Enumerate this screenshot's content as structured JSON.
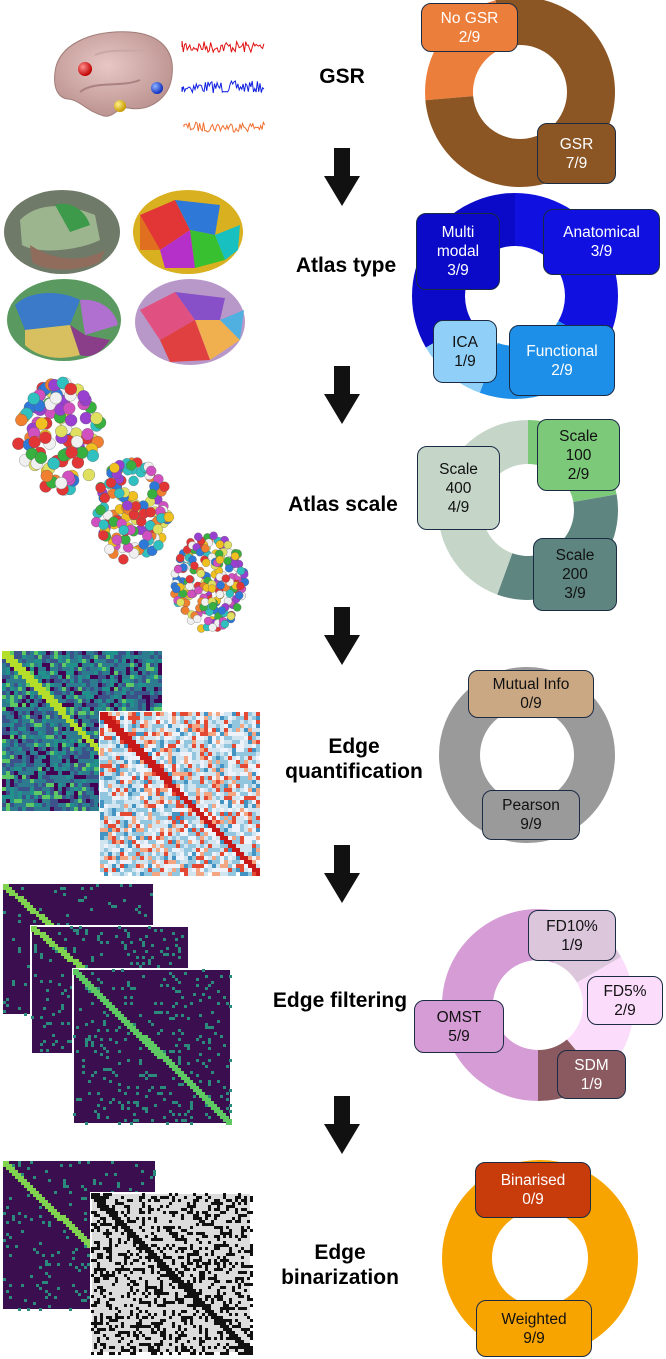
{
  "steps": [
    {
      "label": "GSR",
      "slices": [
        {
          "name": "No GSR",
          "value": "2/9",
          "color": "#ec7e3c"
        },
        {
          "name": "GSR",
          "value": "7/9",
          "color": "#8b5524"
        }
      ]
    },
    {
      "label": "Atlas type",
      "slices": [
        {
          "name": "Anatomical",
          "value": "3/9",
          "color": "#1010e0"
        },
        {
          "name": "Functional",
          "value": "2/9",
          "color": "#1e8fe8"
        },
        {
          "name": "ICA",
          "value": "1/9",
          "color": "#90d0f8"
        },
        {
          "name": "Multi modal",
          "value": "3/9",
          "color": "#0a0ac8"
        }
      ]
    },
    {
      "label": "Atlas scale",
      "slices": [
        {
          "name": "Scale 100",
          "value": "2/9",
          "color": "#7cc97a"
        },
        {
          "name": "Scale 200",
          "value": "3/9",
          "color": "#5e8580"
        },
        {
          "name": "Scale 400",
          "value": "4/9",
          "color": "#c5d6c9"
        }
      ]
    },
    {
      "label": "Edge quantification",
      "slices": [
        {
          "name": "Mutual Info",
          "value": "0/9",
          "color": "#caa884"
        },
        {
          "name": "Pearson",
          "value": "9/9",
          "color": "#9a9a9a"
        }
      ]
    },
    {
      "label": "Edge filtering",
      "slices": [
        {
          "name": "FD10%",
          "value": "1/9",
          "color": "#dcc6dc"
        },
        {
          "name": "FD5%",
          "value": "2/9",
          "color": "#fbdcfb"
        },
        {
          "name": "SDM",
          "value": "1/9",
          "color": "#8a5a60"
        },
        {
          "name": "OMST",
          "value": "5/9",
          "color": "#d69cd6"
        }
      ]
    },
    {
      "label": "Edge binarization",
      "slices": [
        {
          "name": "Binarised",
          "value": "0/9",
          "color": "#c83c0c"
        },
        {
          "name": "Weighted",
          "value": "9/9",
          "color": "#f8a400"
        }
      ]
    }
  ]
}
